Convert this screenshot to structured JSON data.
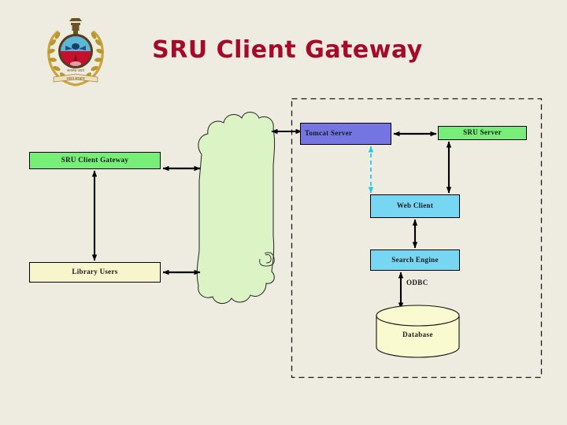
{
  "slide": {
    "title": "SRU Client Gateway",
    "background_color": "#EEEBE1",
    "title_color": "#A50B28"
  },
  "emblem": {
    "name": "government-emblem-logo",
    "description": "Indian national emblem with laurel wreath and ribbon"
  },
  "nodes": {
    "sru_client_gateway": {
      "label": "SRU Client Gateway",
      "color": "#77EE77"
    },
    "library_users": {
      "label": "Library Users",
      "color": "#F7F5CB"
    },
    "tomcat_server": {
      "label": "Tomcat Server",
      "color": "#7474E2"
    },
    "sru_server": {
      "label": "SRU Server",
      "color": "#77EE77"
    },
    "web_client": {
      "label": "Web Client",
      "color": "#77D7F2"
    },
    "search_engine": {
      "label": "Search Engine",
      "color": "#77D7F2"
    },
    "database": {
      "label": "Database",
      "color": "#FAFAD0"
    },
    "cloud": {
      "label": "",
      "color": "#DCF3C6"
    }
  },
  "labels": {
    "odbc": "ODBC"
  },
  "connectors": {
    "dashed_cyan_color": "#22C8E8",
    "arrow_color": "#000000",
    "boundary_style": "dashed"
  }
}
